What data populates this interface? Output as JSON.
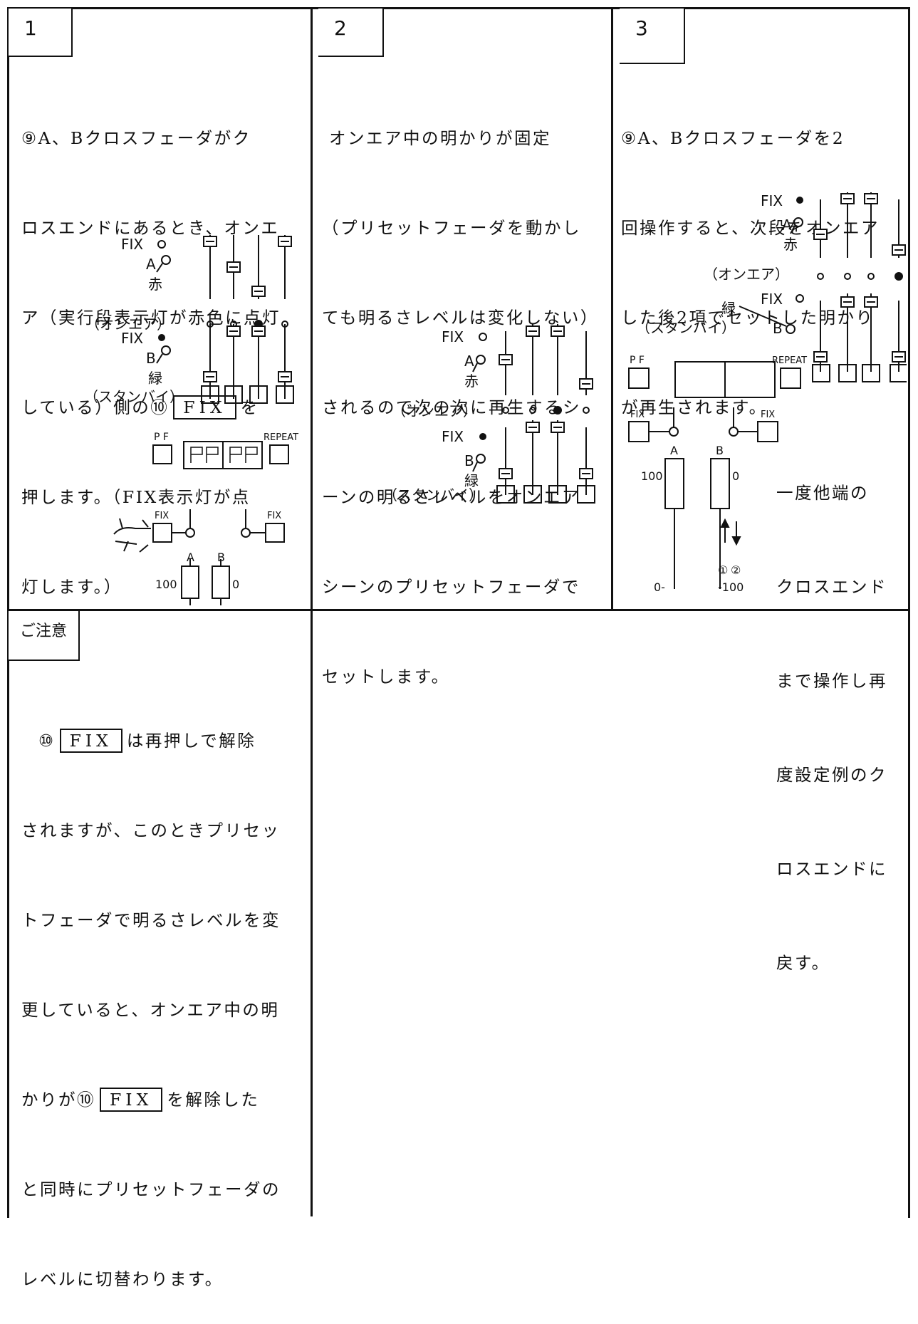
{
  "panels": [
    {
      "number": "1",
      "lines_pre": [
        "⑨A、Bクロスフェーダがク",
        "ロスエンドにあるとき、オンエ",
        "ア（実行段表示灯が赤色に点灯"
      ],
      "line4_pre": "している）側の⑩",
      "line4_box": "FIX",
      "line4_post": "を",
      "lines_post": [
        "押します。（FIX表示灯が点",
        "灯します。）"
      ]
    },
    {
      "number": "2",
      "lines": [
        " オンエア中の明かりが固定",
        "（プリセットフェーダを動かし",
        "ても明るさレベルは変化しない）",
        "されるので次の次に再生するシ",
        "ーンの明るさレベルをオンエア",
        "シーンのプリセットフェーダで",
        "セットします。"
      ]
    },
    {
      "number": "3",
      "lines": [
        "⑨A、Bクロスフェーダを2",
        "回操作すると、次段をオンエア",
        "した後2項でセットした明かり",
        "が再生されます。"
      ],
      "side_lines": [
        "一度他端の",
        "クロスエンド",
        "まで操作し再",
        "度設定例のク",
        "ロスエンドに",
        "戻す。"
      ]
    }
  ],
  "caution": {
    "title": "ご注意",
    "line1_pre": "⑩",
    "line1_box": "FIX",
    "line1_post": "は再押しで解除",
    "lines_mid": [
      "されますが、このときプリセッ",
      "トフェーダで明るさレベルを変",
      "更していると、オンエア中の明"
    ],
    "line5_pre": "かりが⑩",
    "line5_box": "FIX",
    "line5_post": "を解除した",
    "lines_post": [
      "と同時にプリセットフェーダの",
      "レベルに切替わります。"
    ]
  },
  "diagram": {
    "fix": "FIX",
    "a": "A",
    "b": "B",
    "red": "赤",
    "green": "緑",
    "onair": "（オンエア）",
    "standby": "（スタンバイ）",
    "pf": "P F",
    "repeat": "REPEAT",
    "fix_small": "FIX",
    "v100": "100",
    "v0": "0",
    "v0_dash": "0-",
    "vneg100": "-100",
    "circled_1": "①",
    "circled_2": "②"
  }
}
